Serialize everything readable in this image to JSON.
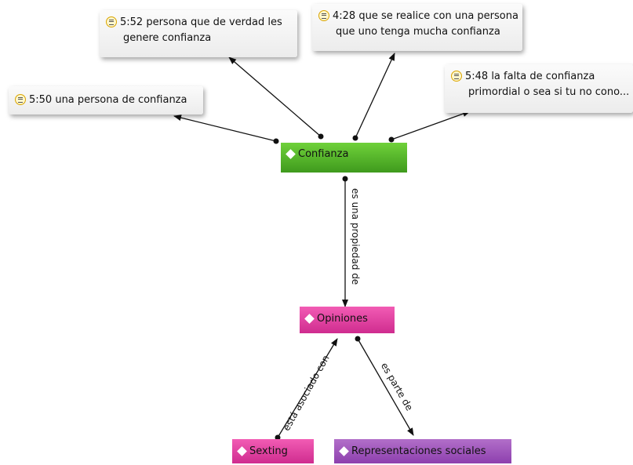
{
  "quotes": [
    {
      "id": "q552",
      "lines": [
        "5:52 persona que de verdad les",
        "genere confianza"
      ]
    },
    {
      "id": "q428",
      "lines": [
        "4:28 que se realice con una persona",
        "que uno tenga mucha confianza"
      ]
    },
    {
      "id": "q550",
      "lines": [
        "5:50 una persona de confianza"
      ]
    },
    {
      "id": "q548",
      "lines": [
        "5:48 la falta de confianza",
        "primordial o sea si tu no cono..."
      ]
    }
  ],
  "codes": {
    "confianza": "Confianza",
    "opiniones": "Opiniones",
    "sexting": "Sexting",
    "representaciones": "Representaciones sociales"
  },
  "relations": {
    "propiedad": "es una propiedad de",
    "asociado": "está asociado con",
    "parte": "es parte de"
  },
  "colors": {
    "code_green": "#4fb226",
    "code_pink": "#e23fa3",
    "code_purple": "#9b4fbb",
    "quote_icon": "#d9a400"
  }
}
